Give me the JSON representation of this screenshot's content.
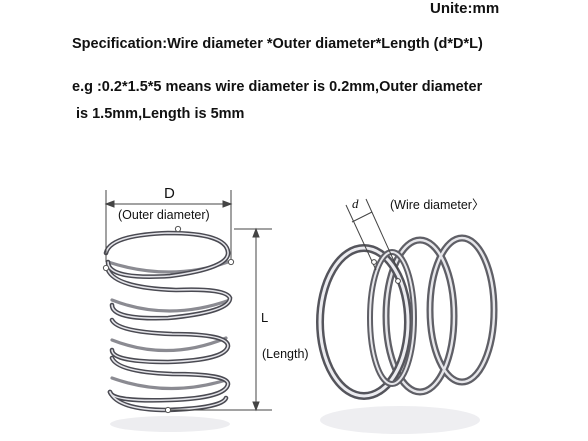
{
  "header": {
    "units": "Unite:mm",
    "specification": "Specification:Wire diameter *Outer diameter*Length (d*D*L)",
    "example_line1": "e.g :0.2*1.5*5 means wire diameter is 0.2mm,Outer diameter",
    "example_line2": "is 1.5mm,Length is 5mm"
  },
  "left_spring": {
    "diameter_symbol": "D",
    "diameter_label": "(Outer diameter)",
    "length_symbol": "L",
    "length_label": "(Length)"
  },
  "right_spring": {
    "wire_symbol": "d",
    "wire_label": "(Wire diameter〉"
  },
  "colors": {
    "text": "#111111",
    "dimension_line": "#444444",
    "spring_metal": "#5f5f66",
    "spring_highlight": "#e6e6ea"
  }
}
